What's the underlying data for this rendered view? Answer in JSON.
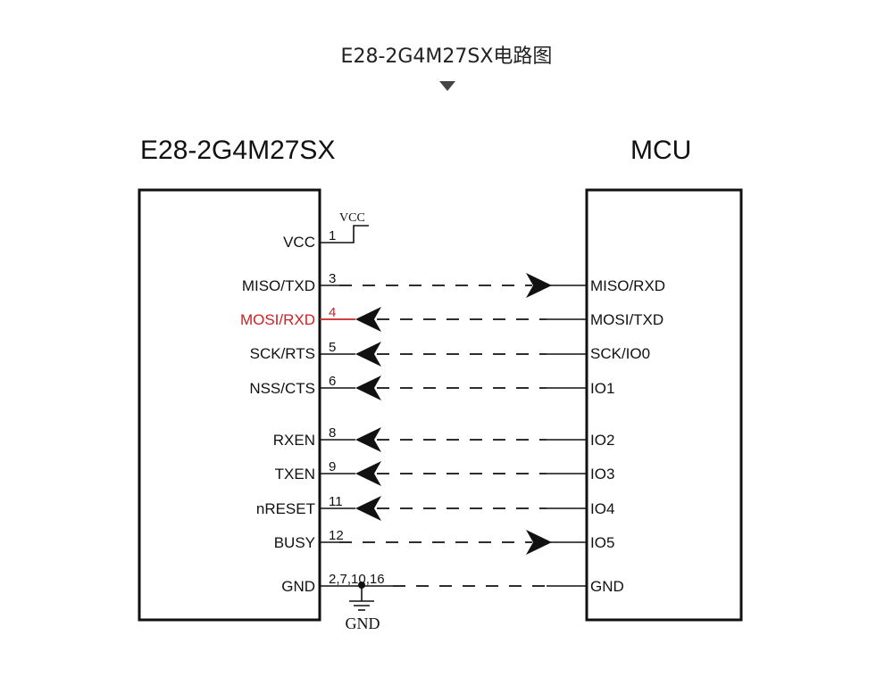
{
  "header": {
    "title": "E28-2G4M27SX电路图"
  },
  "module": {
    "name": "E28-2G4M27SX"
  },
  "mcu": {
    "name": "MCU"
  },
  "power": {
    "vcc_label": "VCC",
    "gnd_label": "GND"
  },
  "colors": {
    "highlight": "#cc2222",
    "line": "#111111"
  },
  "signals": [
    {
      "module_pin": "VCC",
      "pin_number": "1",
      "mcu_pin": "",
      "direction": "power",
      "highlight": false
    },
    {
      "module_pin": "MISO/TXD",
      "pin_number": "3",
      "mcu_pin": "MISO/RXD",
      "direction": "module-to-mcu",
      "highlight": false
    },
    {
      "module_pin": "MOSI/RXD",
      "pin_number": "4",
      "mcu_pin": "MOSI/TXD",
      "direction": "mcu-to-module",
      "highlight": true
    },
    {
      "module_pin": "SCK/RTS",
      "pin_number": "5",
      "mcu_pin": "SCK/IO0",
      "direction": "mcu-to-module",
      "highlight": false
    },
    {
      "module_pin": "NSS/CTS",
      "pin_number": "6",
      "mcu_pin": "IO1",
      "direction": "mcu-to-module",
      "highlight": false
    },
    {
      "module_pin": "RXEN",
      "pin_number": "8",
      "mcu_pin": "IO2",
      "direction": "mcu-to-module",
      "highlight": false
    },
    {
      "module_pin": "TXEN",
      "pin_number": "9",
      "mcu_pin": "IO3",
      "direction": "mcu-to-module",
      "highlight": false
    },
    {
      "module_pin": "nRESET",
      "pin_number": "11",
      "mcu_pin": "IO4",
      "direction": "mcu-to-module",
      "highlight": false
    },
    {
      "module_pin": "BUSY",
      "pin_number": "12",
      "mcu_pin": "IO5",
      "direction": "module-to-mcu",
      "highlight": false
    },
    {
      "module_pin": "GND",
      "pin_number": "2,7,10,16",
      "mcu_pin": "GND",
      "direction": "ground",
      "highlight": false
    }
  ]
}
